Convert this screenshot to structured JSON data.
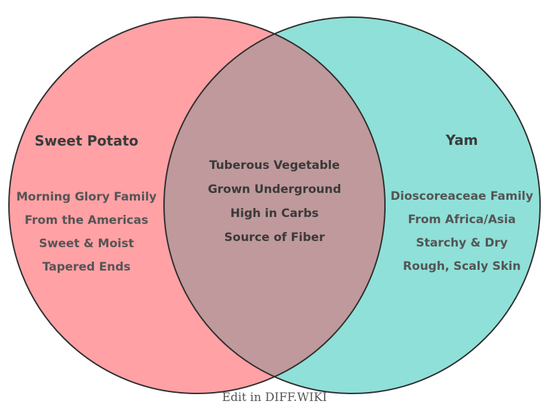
{
  "diagram": {
    "type": "venn2",
    "left": {
      "title": "Sweet Potato",
      "items": [
        "Morning Glory Family",
        "From the Americas",
        "Sweet & Moist",
        "Tapered Ends"
      ],
      "fill_color": "#ffa1a5"
    },
    "right": {
      "title": "Yam",
      "items": [
        "Dioscoreaceae Family",
        "From Africa/Asia",
        "Starchy & Dry",
        "Rough, Scaly Skin"
      ],
      "fill_color": "#8fe0d8"
    },
    "overlap": {
      "items": [
        "Tuberous Vegetable",
        "Grown Underground",
        "High in Carbs",
        "Source of Fiber"
      ],
      "fill_color": "#bf999b"
    },
    "outline_color": "#2e2e2e",
    "caption": "Edit in DIFF.WIKI"
  }
}
